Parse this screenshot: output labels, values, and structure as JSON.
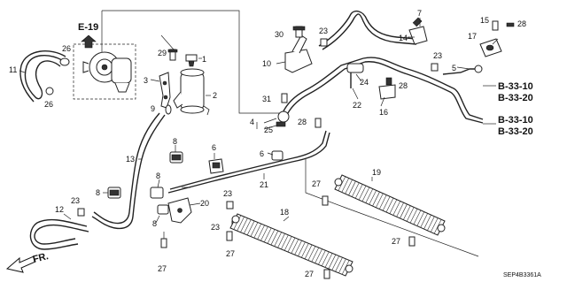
{
  "diagram_code": "SEP4B3361A",
  "ref_e19": "E-19",
  "direction_label": "FR.",
  "part_numbers": [
    "1",
    "2",
    "3",
    "4",
    "5",
    "6",
    "7",
    "8",
    "9",
    "10",
    "11",
    "12",
    "13",
    "14",
    "15",
    "16",
    "17",
    "18",
    "19",
    "20",
    "21",
    "22",
    "23",
    "24",
    "25",
    "26",
    "27",
    "28",
    "29",
    "30",
    "31"
  ],
  "callouts": {
    "p1": "1",
    "p2": "2",
    "p3": "3",
    "p4": "4",
    "p5": "5",
    "p6a": "6",
    "p6b": "6",
    "p7": "7",
    "p8a": "8",
    "p8b": "8",
    "p8c": "8",
    "p8d": "8",
    "p9": "9",
    "p10": "10",
    "p11": "11",
    "p12": "12",
    "p13": "13",
    "p14": "14",
    "p15": "15",
    "p16": "16",
    "p17": "17",
    "p18": "18",
    "p19": "19",
    "p20": "20",
    "p21": "21",
    "p22": "22",
    "p23a": "23",
    "p23b": "23",
    "p23c": "23",
    "p23d": "23",
    "p23e": "23",
    "p24": "24",
    "p25": "25",
    "p26a": "26",
    "p26b": "26",
    "p27a": "27",
    "p27b": "27",
    "p27c": "27",
    "p27d": "27",
    "p27e": "27",
    "p28a": "28",
    "p28b": "28",
    "p28c": "28",
    "p29": "29",
    "p30": "30",
    "p31": "31"
  },
  "refs": {
    "b3310_a": "B-33-10",
    "b3320_a": "B-33-20",
    "b3310_b": "B-33-10",
    "b3320_b": "B-33-20"
  }
}
